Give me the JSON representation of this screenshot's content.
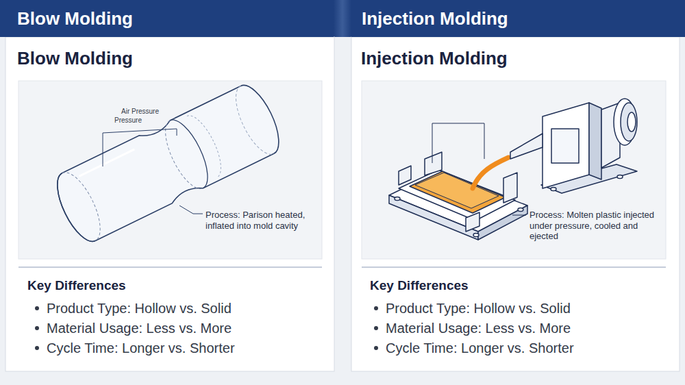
{
  "diagram": {
    "nodes": [
      {
        "text": [
          "Blow Molding"
        ]
      },
      {
        "text": [
          "Injection Molding"
        ]
      }
    ],
    "labels": [
      "Blow Molding",
      "Air Pressure",
      "Pressure",
      "Process: Parison heated, inflated into mold cavity",
      "Key Differences",
      "Product Type: Hollow vs. Solid",
      "Material Usage: Less vs. More",
      "Cycle Time: Longer vs. Shorter",
      "Injection Molding",
      "Process: Molten plastic injected under pressure, cooled and ejected",
      "Key Differences",
      "Product Type: Hollow vs. Solid",
      "Material Usage: Less vs. More",
      "Cycle Time: Longer vs. Shorter"
    ]
  }
}
